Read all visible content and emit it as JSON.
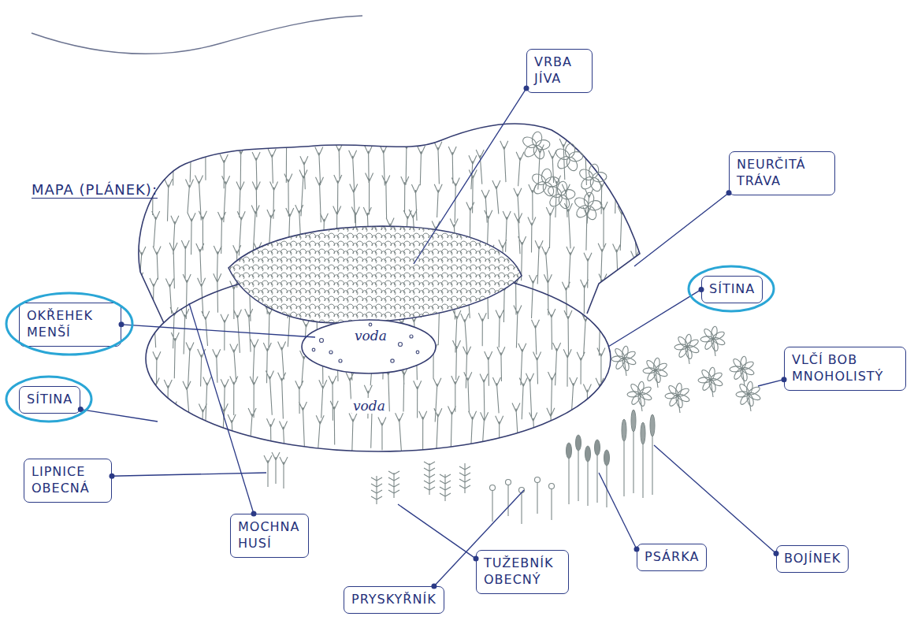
{
  "diagram": {
    "title": "MAPA (PLÁNEK):",
    "nodes": [
      {
        "text": [
          "VRBA JÍVA"
        ]
      },
      {
        "text": [
          "NEURČITÁ TRÁVA"
        ]
      },
      {
        "text": [
          "SÍTINA"
        ]
      },
      {
        "text": [
          "OKŘEHEK MENŠÍ"
        ]
      },
      {
        "text": [
          "VLČÍ BOB MNOHOLISTÝ"
        ]
      },
      {
        "text": [
          "SÍTINA"
        ]
      },
      {
        "text": [
          "LIPNICE OBECNÁ"
        ]
      },
      {
        "text": [
          "MOCHNA HUSÍ"
        ]
      },
      {
        "text": [
          "TUŽEBNÍK OBECNÝ"
        ]
      },
      {
        "text": [
          "PSÁRKA"
        ]
      },
      {
        "text": [
          "BOJÍNEK"
        ]
      },
      {
        "text": [
          "PRYSKYŘNÍK"
        ]
      }
    ],
    "labels": [
      "voda",
      "voda"
    ]
  }
}
